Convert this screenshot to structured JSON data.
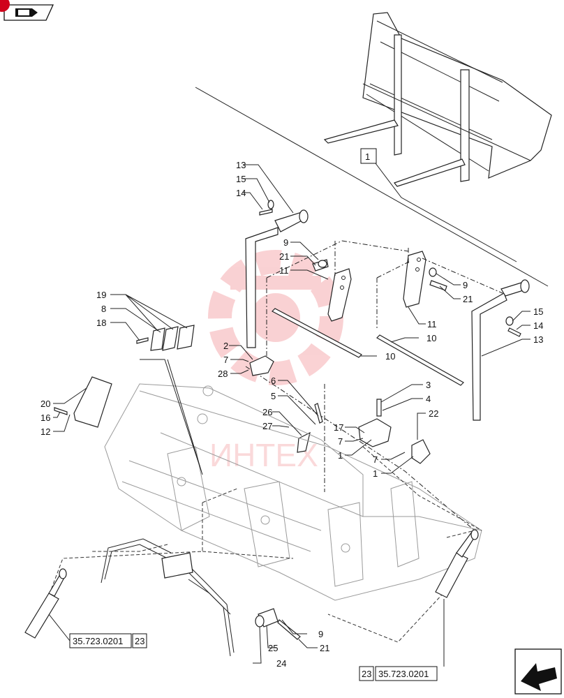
{
  "watermark": {
    "text": "ИНТЕХ",
    "color": "#e8313a"
  },
  "nav": {
    "top_icon": "book-arrow-icon",
    "badge_color": "#d0021b",
    "bottom_icon": "arrow-left-icon"
  },
  "refs": {
    "ref_left_number": "35.723.0201",
    "ref_left_index": "23",
    "ref_right_index": "23",
    "ref_right_number": "35.723.0201",
    "ref_top": "1"
  },
  "callouts": {
    "c13a": "13",
    "c15a": "15",
    "c14a": "14",
    "c9a": "9",
    "c21a": "21",
    "c11a": "11",
    "c9b": "9",
    "c21b": "21",
    "c11b": "11",
    "c10a": "10",
    "c10b": "10",
    "c15b": "15",
    "c14b": "14",
    "c13b": "13",
    "c19": "19",
    "c8": "8",
    "c18": "18",
    "c2": "2",
    "c7a": "7",
    "c28": "28",
    "c6": "6",
    "c5": "5",
    "c26": "26",
    "c27": "27",
    "c3": "3",
    "c4": "4",
    "c17": "17",
    "c7b": "7",
    "c1a": "1",
    "c22": "22",
    "c7c": "7",
    "c1b": "1",
    "c20": "20",
    "c16": "16",
    "c12": "12",
    "c9c": "9",
    "c25": "25",
    "c21c": "21",
    "c24": "24"
  }
}
